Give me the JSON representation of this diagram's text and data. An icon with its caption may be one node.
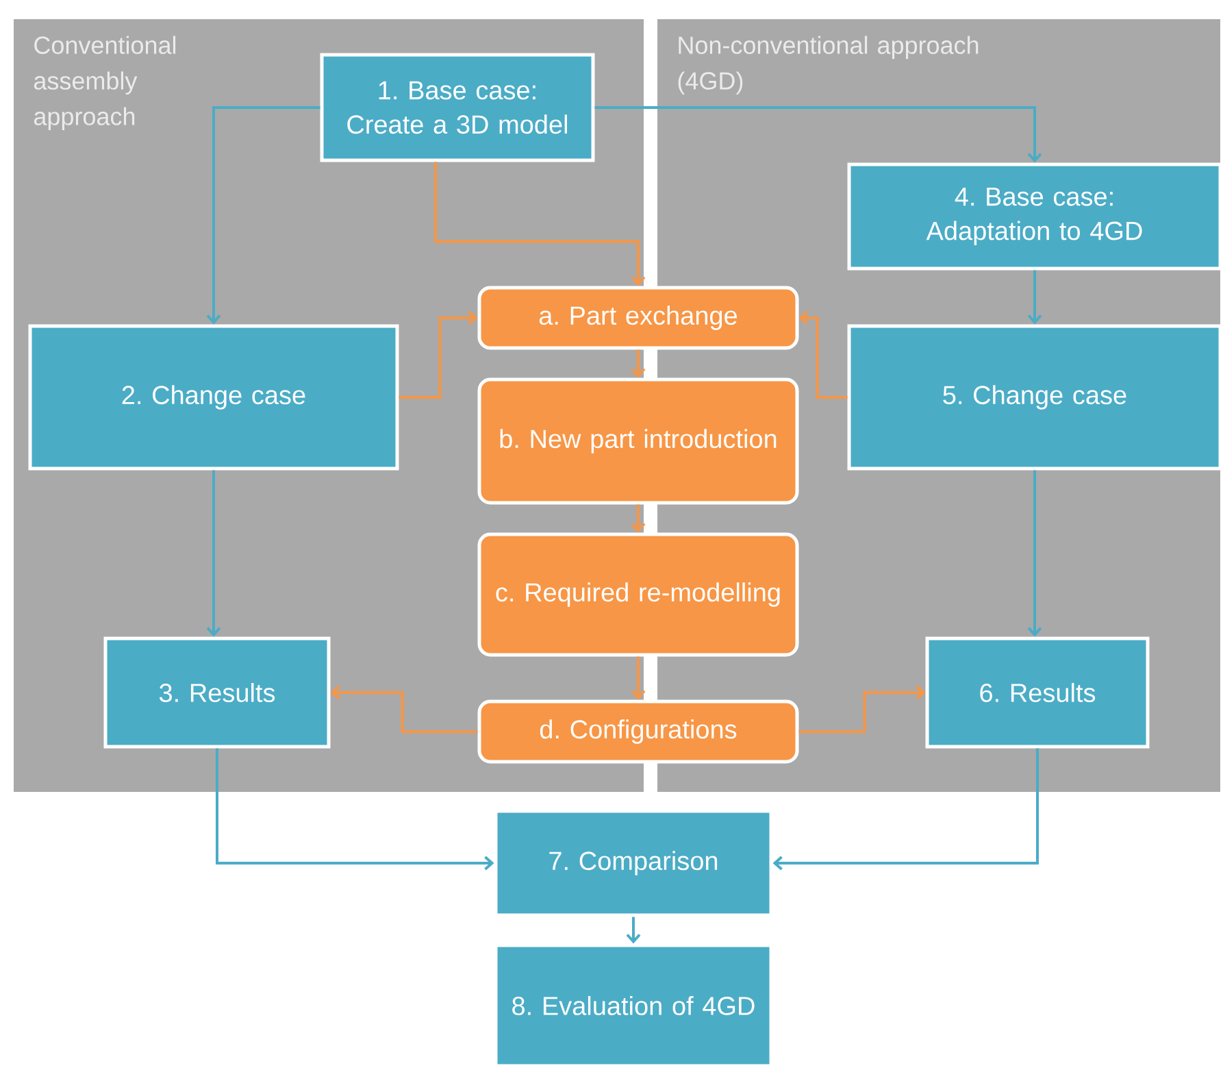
{
  "diagram": {
    "nodes": [
      {
        "text": [
          "Conventional assembly approach"
        ]
      },
      {
        "text": [
          "1. Base case: Create a 3D model"
        ],
        "in": 0
      },
      {
        "text": [
          "2. Change case"
        ],
        "in": 0
      },
      {
        "text": [
          "3. Results"
        ],
        "in": 0
      },
      {
        "text": [
          "Non-conventional approach (4GD)"
        ]
      },
      {
        "text": [
          "4. Base case: Adaptation to 4GD"
        ],
        "in": 4
      },
      {
        "text": [
          "5. Change case"
        ],
        "in": 4
      },
      {
        "text": [
          "6. Results"
        ],
        "in": 4
      },
      {
        "text": [
          "a. Part exchange"
        ]
      },
      {
        "text": [
          "b. New part introduction"
        ]
      },
      {
        "text": [
          "c. Required re-modelling"
        ]
      },
      {
        "text": [
          "d. Configurations"
        ]
      },
      {
        "text": [
          "7. Comparison"
        ]
      },
      {
        "text": [
          "8. Evaluation of 4GD"
        ]
      }
    ],
    "edges": [
      {
        "from": 1,
        "to": 2,
        "arrow": "to"
      },
      {
        "from": 1,
        "to": 5,
        "arrow": "to"
      },
      {
        "from": 1,
        "to": 8,
        "arrow": "to",
        "color": "#f79646"
      },
      {
        "from": 2,
        "to": 8,
        "arrow": "to",
        "color": "#f79646"
      },
      {
        "from": 6,
        "to": 8,
        "arrow": "to",
        "color": "#f79646"
      },
      {
        "from": 5,
        "to": 6,
        "arrow": "to"
      },
      {
        "from": 8,
        "to": 9,
        "arrow": "to",
        "color": "#f79646"
      },
      {
        "from": 9,
        "to": 10,
        "arrow": "to",
        "color": "#f79646"
      },
      {
        "from": 10,
        "to": 11,
        "arrow": "to",
        "color": "#f79646"
      },
      {
        "from": 2,
        "to": 3,
        "arrow": "to"
      },
      {
        "from": 6,
        "to": 7,
        "arrow": "to"
      },
      {
        "from": 11,
        "to": 3,
        "arrow": "to",
        "color": "#f79646"
      },
      {
        "from": 11,
        "to": 7,
        "arrow": "to",
        "color": "#f79646"
      },
      {
        "from": 3,
        "to": 12,
        "arrow": "to"
      },
      {
        "from": 7,
        "to": 12,
        "arrow": "to"
      },
      {
        "from": 12,
        "to": 13,
        "arrow": "to"
      }
    ]
  }
}
